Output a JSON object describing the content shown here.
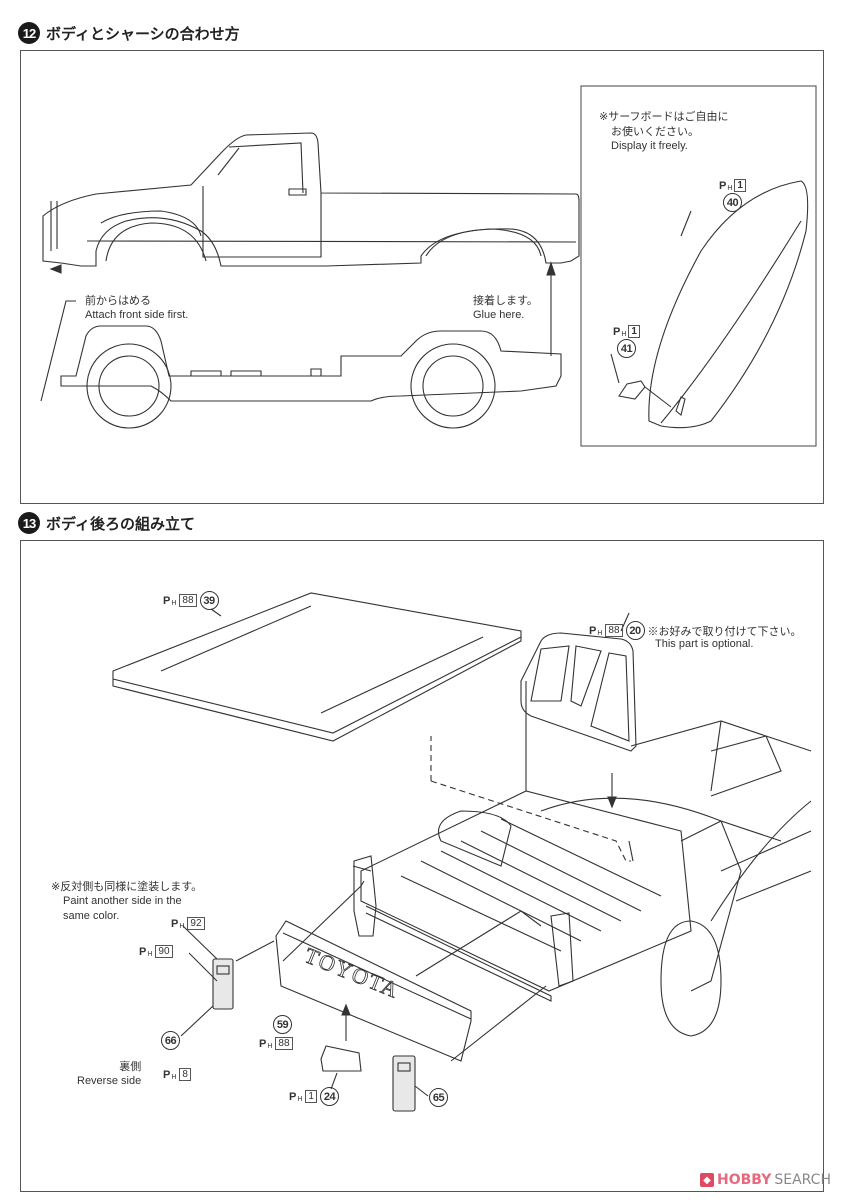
{
  "step12": {
    "number": "12",
    "title": "ボディとシャーシの合わせ方",
    "front_note": {
      "jp": "前からはめる",
      "en": "Attach front side first."
    },
    "glue_note": {
      "jp": "接着します。",
      "en": "Glue here."
    },
    "surfboard_panel": {
      "note_jp_line1": "※サーフボードはご自由に",
      "note_jp_line2": "お使いください。",
      "note_en": "Display it freely.",
      "parts": [
        {
          "part": "40",
          "paint_code": "1"
        },
        {
          "part": "41",
          "paint_code": "1"
        }
      ]
    }
  },
  "step13": {
    "number": "13",
    "title": "ボディ後ろの組み立て",
    "parts": {
      "tonneau": {
        "part": "39",
        "paint_code": "88"
      },
      "roll_bar": {
        "part": "20",
        "paint_code": "88"
      },
      "tailgate": {
        "part": "59",
        "paint_code": "88"
      },
      "license_plate": {
        "part": "24",
        "paint_code": "1"
      },
      "tail_light_right": {
        "part": "65"
      },
      "tail_light_left": {
        "part": "66"
      },
      "light_paint_top": "92",
      "light_paint_body": "90",
      "reverse_paint": "8"
    },
    "optional_note": {
      "jp": "※お好みで取り付けて下さい。",
      "en": "This part is optional."
    },
    "paint_note": {
      "jp": "※反対側も同様に塗装します。",
      "en_line1": "Paint another side in the",
      "en_line2": "same color."
    },
    "reverse_note": {
      "jp": "裏側",
      "en": "Reverse side"
    },
    "tailgate_text": "TOYOTA"
  },
  "paint_prefix": "P",
  "paint_sub": "H",
  "watermark": {
    "brand": "HOBBY",
    "suffix": "SEARCH"
  }
}
